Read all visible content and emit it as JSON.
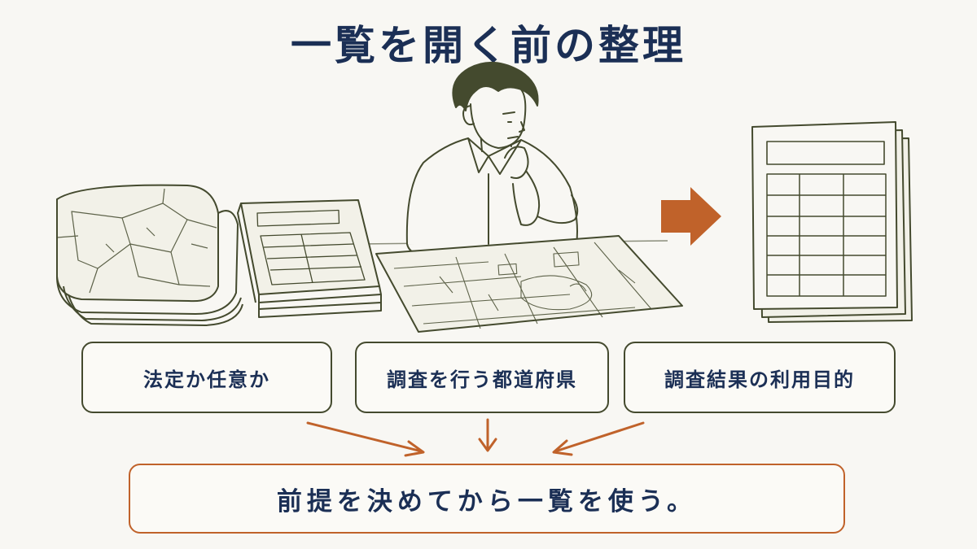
{
  "title": "一覧を開く前の整理",
  "factors": [
    {
      "label": "法定か任意か"
    },
    {
      "label": "調査を行う都道府県"
    },
    {
      "label": "調査結果の利用目的"
    }
  ],
  "conclusion": "前提を決めてから一覧を使う。",
  "icons": {
    "left": "folded-map-icon",
    "left_mid": "document-stack-icon",
    "center": "thinking-person-icon",
    "arrow": "right-arrow-icon",
    "right": "spreadsheet-list-icon"
  },
  "colors": {
    "title": "#1b2f55",
    "ink": "#444a2e",
    "accent": "#c0622a",
    "background": "#f8f7f3"
  }
}
